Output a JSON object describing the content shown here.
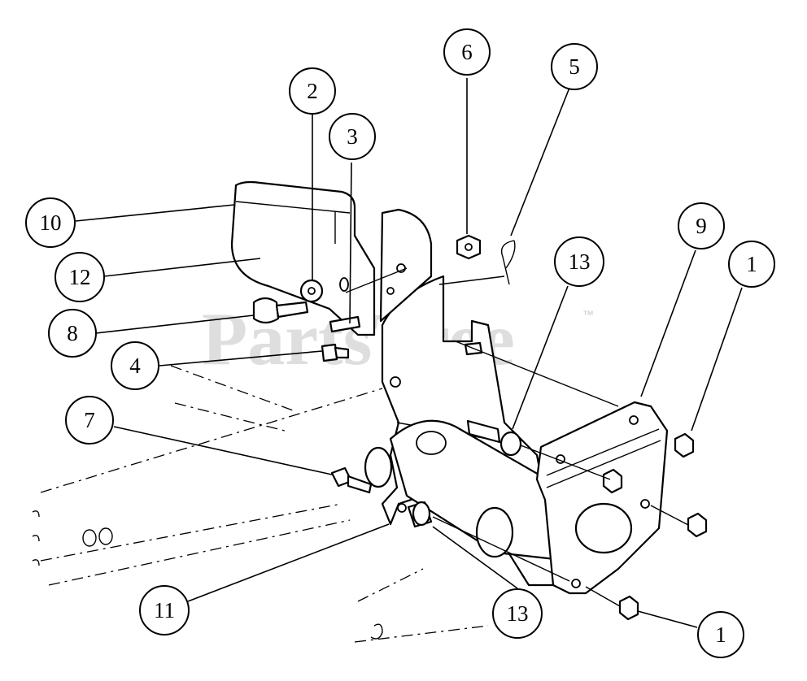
{
  "watermark": {
    "text": "PartsTree",
    "trademark": "™"
  },
  "callouts": [
    {
      "id": "callout-2",
      "label": "2"
    },
    {
      "id": "callout-3",
      "label": "3"
    },
    {
      "id": "callout-6",
      "label": "6"
    },
    {
      "id": "callout-5",
      "label": "5"
    },
    {
      "id": "callout-10",
      "label": "10"
    },
    {
      "id": "callout-12",
      "label": "12"
    },
    {
      "id": "callout-8",
      "label": "8"
    },
    {
      "id": "callout-4",
      "label": "4"
    },
    {
      "id": "callout-13-top",
      "label": "13"
    },
    {
      "id": "callout-9",
      "label": "9"
    },
    {
      "id": "callout-1-top",
      "label": "1"
    },
    {
      "id": "callout-7",
      "label": "7"
    },
    {
      "id": "callout-11",
      "label": "11"
    },
    {
      "id": "callout-13-bottom",
      "label": "13"
    },
    {
      "id": "callout-1-bottom",
      "label": "1"
    }
  ]
}
